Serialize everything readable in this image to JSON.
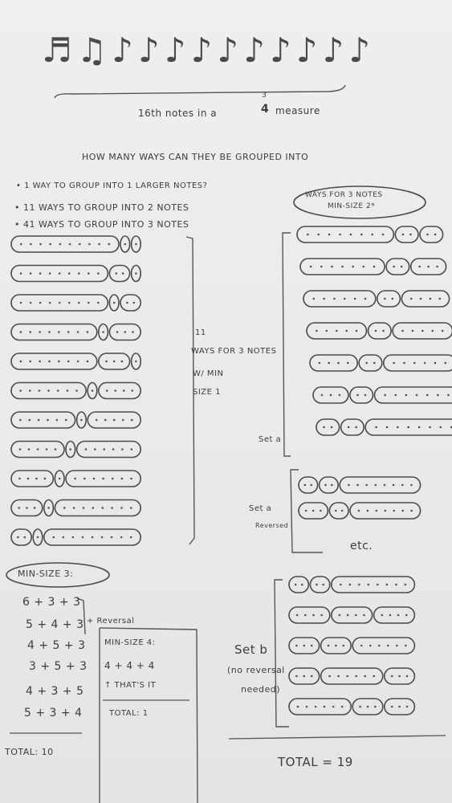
{
  "notes_glyphs": "♬♫♪♪♪♪♪♪♪♪♪♪",
  "heading": {
    "subtitle": "16th notes in a",
    "subtitle_sup": "th",
    "meter_top": "3",
    "meter_bottom": "4",
    "meter_word": "measure",
    "question": "HOW MANY WAYS CAN THEY BE GROUPED INTO"
  },
  "ways_list": [
    "• 1 WAY TO GROUP INTO 1 LARGER NOTES?",
    "• 11 WAYS TO GROUP INTO 2 NOTES",
    "• 41 WAYS TO GROUP INTO 3 NOTES"
  ],
  "middle_label": {
    "count": "11",
    "line1": "WAYS FOR 3 NOTES",
    "line2": "W/ MIN",
    "line3": "SIZE 1"
  },
  "right_header": {
    "line1": "WAYS FOR 3 NOTES",
    "line2": "MIN-SIZE 2*"
  },
  "set_a": "Set a",
  "set_a_reversed": "Set a",
  "set_a_reversed2": "Reversed",
  "etc": "etc.",
  "set_b": "Set b",
  "set_b_note1": "(no reversal",
  "set_b_note2": "needed)",
  "total_right": "TOTAL = 19",
  "min3": {
    "header": "MIN-SIZE 3:",
    "rows": [
      "6 + 3 + 3",
      "5 + 4 + 3",
      "4 + 5 + 3",
      "3 + 5 + 3",
      "4 + 3 + 5",
      "5 + 3 + 4"
    ],
    "reversal_note": "+ Reversal",
    "total": "TOTAL: 10"
  },
  "min4": {
    "header": "MIN-SIZE 4:",
    "row": "4 + 4 + 4",
    "note": "↑ THAT'S IT",
    "total": "TOTAL: 1"
  }
}
